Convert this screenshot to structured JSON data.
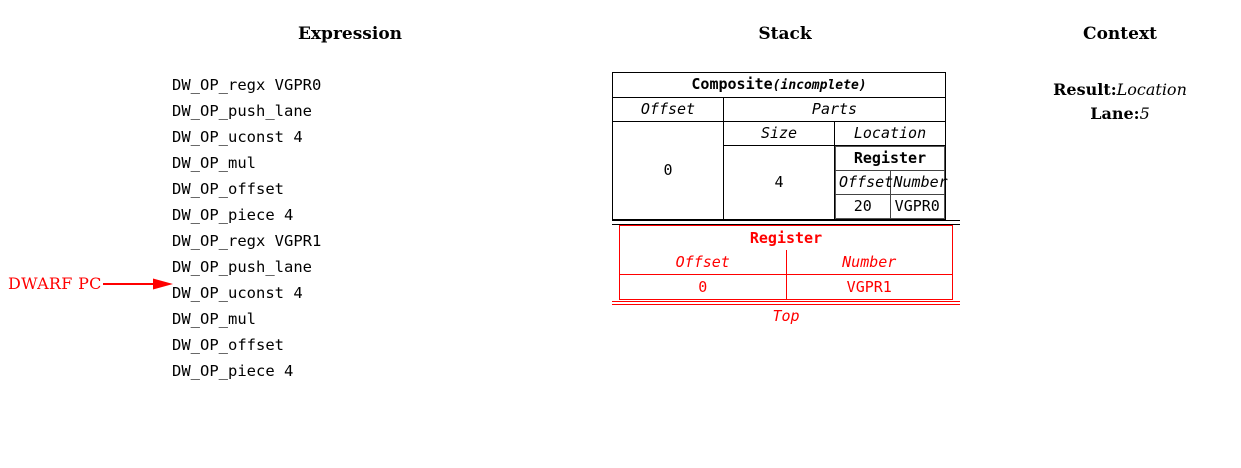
{
  "headings": {
    "expression": "Expression",
    "stack": "Stack",
    "context": "Context"
  },
  "expression": {
    "lines": [
      "DW_OP_regx VGPR0",
      "DW_OP_push_lane",
      "DW_OP_uconst 4",
      "DW_OP_mul",
      "DW_OP_offset",
      "DW_OP_piece 4",
      "DW_OP_regx VGPR1",
      "DW_OP_push_lane",
      "DW_OP_uconst 4",
      "DW_OP_mul",
      "DW_OP_offset",
      "DW_OP_piece 4"
    ],
    "pc_marker": {
      "label": "DWARF PC",
      "points_at_line_index": 7,
      "color": "#ff0000"
    }
  },
  "stack": {
    "entries": [
      {
        "kind": "composite",
        "title": "Composite",
        "title_qualifier": "(incomplete)",
        "color": "#000000",
        "offset_header": "Offset",
        "offset_value": "0",
        "parts_header": "Parts",
        "size_header": "Size",
        "size_value": "4",
        "location_header": "Location",
        "nested": {
          "title": "Register",
          "offset_header": "Offset",
          "number_header": "Number",
          "offset_value": "20",
          "number_value": "VGPR0"
        }
      },
      {
        "kind": "register",
        "title": "Register",
        "color": "#ff0000",
        "offset_header": "Offset",
        "number_header": "Number",
        "offset_value": "0",
        "number_value": "VGPR1",
        "top_label": "Top"
      }
    ]
  },
  "context": {
    "rows": [
      {
        "key": "Result:",
        "value": "Location"
      },
      {
        "key": "Lane:",
        "value": "5"
      }
    ]
  }
}
